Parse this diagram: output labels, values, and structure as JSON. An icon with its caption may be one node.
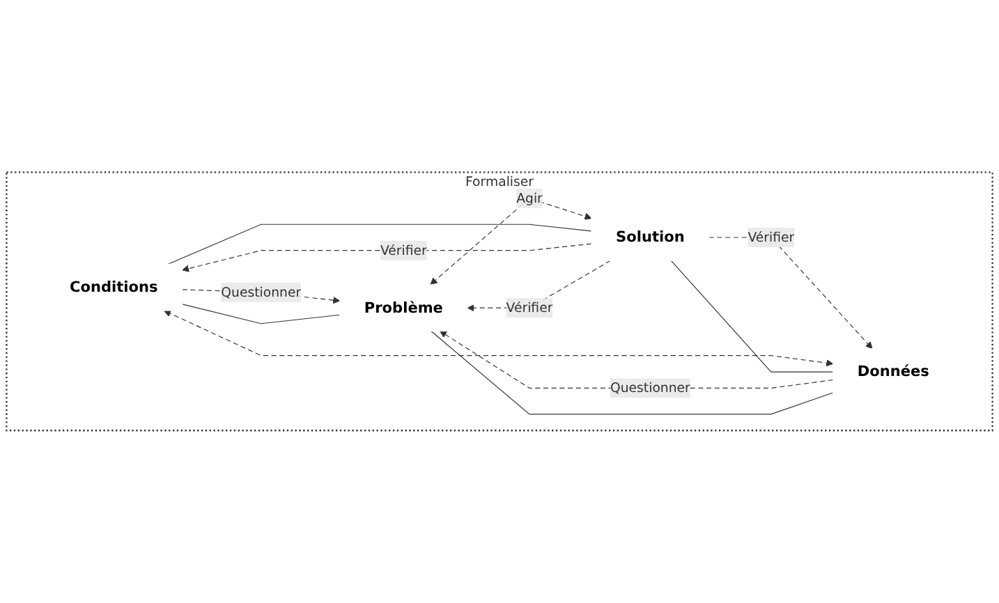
{
  "diagram": {
    "nodes": [
      {
        "text": [
          "Formaliser"
        ]
      },
      {
        "text": [
          "Conditions"
        ],
        "in": 0
      },
      {
        "text": [
          "Problème"
        ],
        "in": 0
      },
      {
        "text": [
          "Solution"
        ],
        "in": 0
      },
      {
        "text": [
          "Données"
        ],
        "in": 0
      }
    ],
    "edges": [
      {
        "from": 1,
        "to": 2,
        "arrow": "to",
        "label": "Questionner",
        "style": "dashed"
      },
      {
        "from": 4,
        "to": 2,
        "arrow": "to",
        "label": "Questionner",
        "style": "dashed"
      },
      {
        "from": 3,
        "to": 1,
        "arrow": "to",
        "label": "Vérifier",
        "style": "dashed"
      },
      {
        "from": 3,
        "to": 4,
        "arrow": "to",
        "label": "Vérifier",
        "style": "dashed"
      },
      {
        "from": 3,
        "to": 2,
        "arrow": "to",
        "label": "Vérifier",
        "style": "dashed"
      },
      {
        "from": 2,
        "to": 3,
        "arrow": "both",
        "label": "Agir",
        "style": "dashed"
      },
      {
        "from": 1,
        "to": 4,
        "arrow": "both",
        "style": "dashed"
      },
      {
        "from": 2,
        "to": 1,
        "arrow": "none"
      },
      {
        "from": 1,
        "to": 3,
        "arrow": "none"
      },
      {
        "from": 3,
        "to": 4,
        "arrow": "none"
      },
      {
        "from": 4,
        "to": 2,
        "arrow": "none"
      }
    ]
  }
}
